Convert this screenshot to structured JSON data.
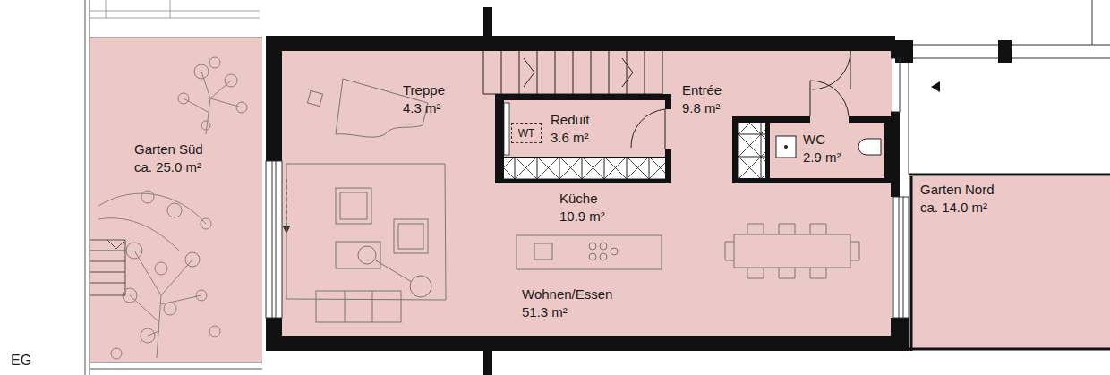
{
  "diagram": {
    "nodes": [
      {
        "text": [
          "Garten Süd",
          "ca. 25.0 m²"
        ]
      },
      {
        "text": [
          "Treppe",
          "4.3 m²",
          "Entrée",
          "9.8 m²",
          "Küche",
          "10.9 m²",
          "Wohnen/Essen",
          "51.3 m²"
        ]
      },
      {
        "text": [
          "Reduit",
          "3.6 m²"
        ],
        "in": 1
      },
      {
        "text": [
          "WT"
        ],
        "in": 2
      },
      {
        "text": [
          "WC",
          "2.9 m²"
        ],
        "in": 1
      },
      {
        "text": [
          "Garten Nord",
          "ca. 14.0 m²"
        ]
      }
    ],
    "labels": [
      "EG"
    ]
  }
}
